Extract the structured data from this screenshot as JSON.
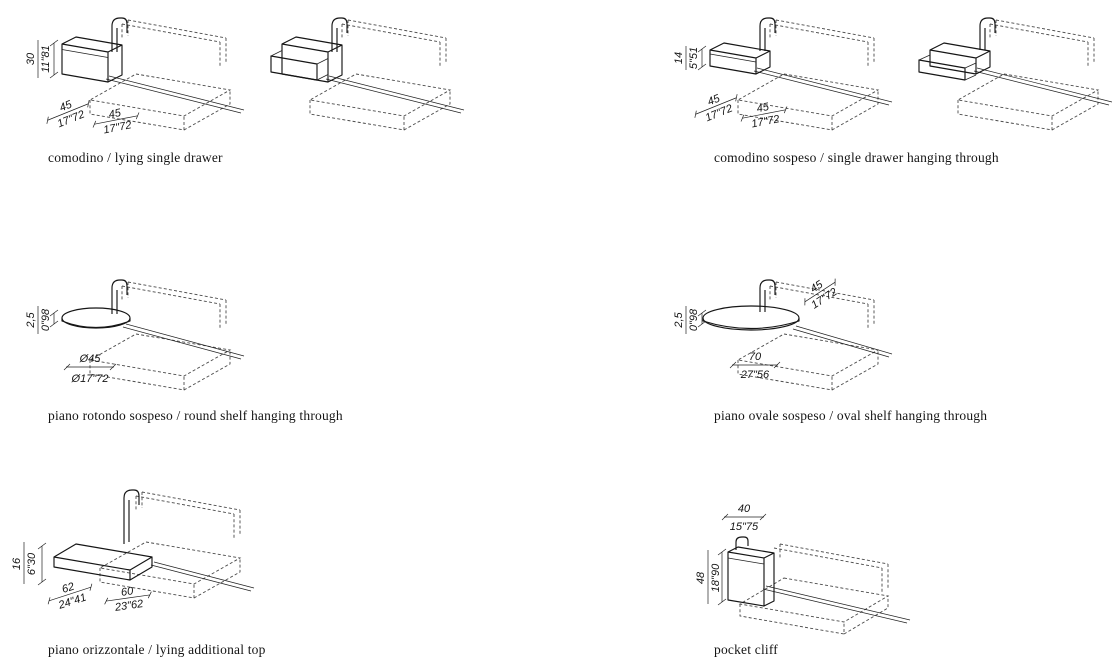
{
  "page": {
    "background": "#ffffff",
    "ink": "#1a1a1a"
  },
  "sections": [
    {
      "name_it": "comodino",
      "sep": " / ",
      "name_en": "lying single drawer",
      "dims": {
        "h_cm": "30",
        "h_in": "11\"81",
        "a_cm": "45",
        "a_in": "17\"72",
        "b_cm": "45",
        "b_in": "17\"72"
      }
    },
    {
      "name_it": "comodino sospeso",
      "sep": " / ",
      "name_en": "single drawer hanging through",
      "dims": {
        "h_cm": "14",
        "h_in": "5\"51",
        "a_cm": "45",
        "a_in": "17\"72",
        "b_cm": "45",
        "b_in": "17\"72"
      }
    },
    {
      "name_it": "piano rotondo sospeso",
      "sep": " / ",
      "name_en": "round shelf hanging through",
      "dims": {
        "h_cm": "2,5",
        "h_in": "0\"98",
        "a_cm": "Ø45",
        "a_in": "Ø17\"72"
      }
    },
    {
      "name_it": "piano ovale sospeso",
      "sep": " / ",
      "name_en": "oval shelf hanging through",
      "dims": {
        "h_cm": "2,5",
        "h_in": "0\"98",
        "a_cm": "45",
        "a_in": "17\"72",
        "b_cm": "70",
        "b_in": "27\"56"
      }
    },
    {
      "name_it": "piano orizzontale",
      "sep": " / ",
      "name_en": "lying additional top",
      "dims": {
        "h_cm": "16",
        "h_in": "6\"30",
        "a_cm": "62",
        "a_in": "24\"41",
        "b_cm": "60",
        "b_in": "23\"62"
      }
    },
    {
      "name_it": "pocket cliff",
      "sep": "",
      "name_en": "",
      "dims": {
        "h_cm": "48",
        "h_in": "18\"90",
        "a_cm": "40",
        "a_in": "15\"75"
      }
    }
  ]
}
